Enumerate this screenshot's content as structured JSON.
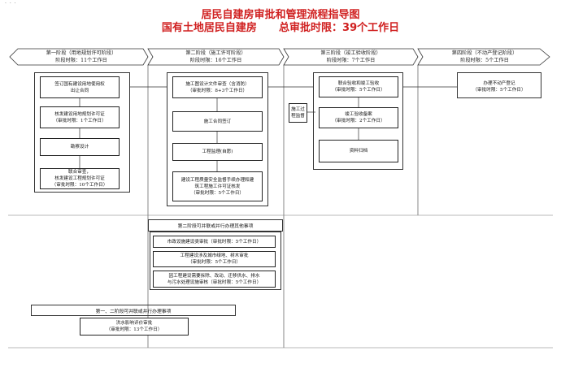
{
  "corner_marks": "· · ·",
  "title": {
    "line1": "居民自建房审批和管理流程指导图",
    "line2": "国有土地居民自建房      总审批时限：39个工作日"
  },
  "stages": [
    {
      "name": "第一阶段（用地规划许可阶段）",
      "limit": "阶段时限：11个工作日"
    },
    {
      "name": "第二阶段（施工许可阶段）",
      "limit": "阶段时限：16个工作日"
    },
    {
      "name": "第三阶段（竣工验收阶段）",
      "limit": "阶段时限：7个工作日"
    },
    {
      "name": "第四阶段（不动产登记阶段）",
      "limit": "阶段时限：5个工作日"
    }
  ],
  "col1": [
    "签订国有建设用地使用权\n出让合同",
    "核发建设用地规划许可证\n（审批时限：1个工作日）",
    "勘察设计",
    "联合审查，\n核发建设工程规划许可证\n（审批时限：10个工作日）"
  ],
  "col2": [
    "施工图设计文件审查（含消防）\n（审批时限：8+3个工作日）",
    "施工合同签订",
    "工程监理(自愿)",
    "建设工程质量安全监督手续办理和建\n筑工程施工许可证核发\n（审批时限：5个工作日）"
  ],
  "side_box": "施工过\n程监督",
  "col3": [
    "联合验收和竣工验收\n（审批时限：5个工作日）",
    "竣工验收备案\n（审批时限：2个工作日）",
    "资料归档"
  ],
  "col4": [
    "办理不动产登记\n（审批时限：5个工作日）"
  ],
  "parallel2": {
    "header": "第二阶段可并联或并行办理其他事项",
    "items": [
      "市政设施建设类审批（审批时限：5个工作日）",
      "工程建设涉及城市绿地、树木审批\n（审批时限：5个工作日）",
      "因工程建设需要拆除、改动、迁移供水、排水\n与污水处理设施审核（审批时限：5个工作日）"
    ]
  },
  "parallel12": {
    "header": "第一、二阶段可并联或并行办理事项",
    "items": [
      "洪水影响评价审批\n（审批时限：13个工作日）"
    ]
  }
}
